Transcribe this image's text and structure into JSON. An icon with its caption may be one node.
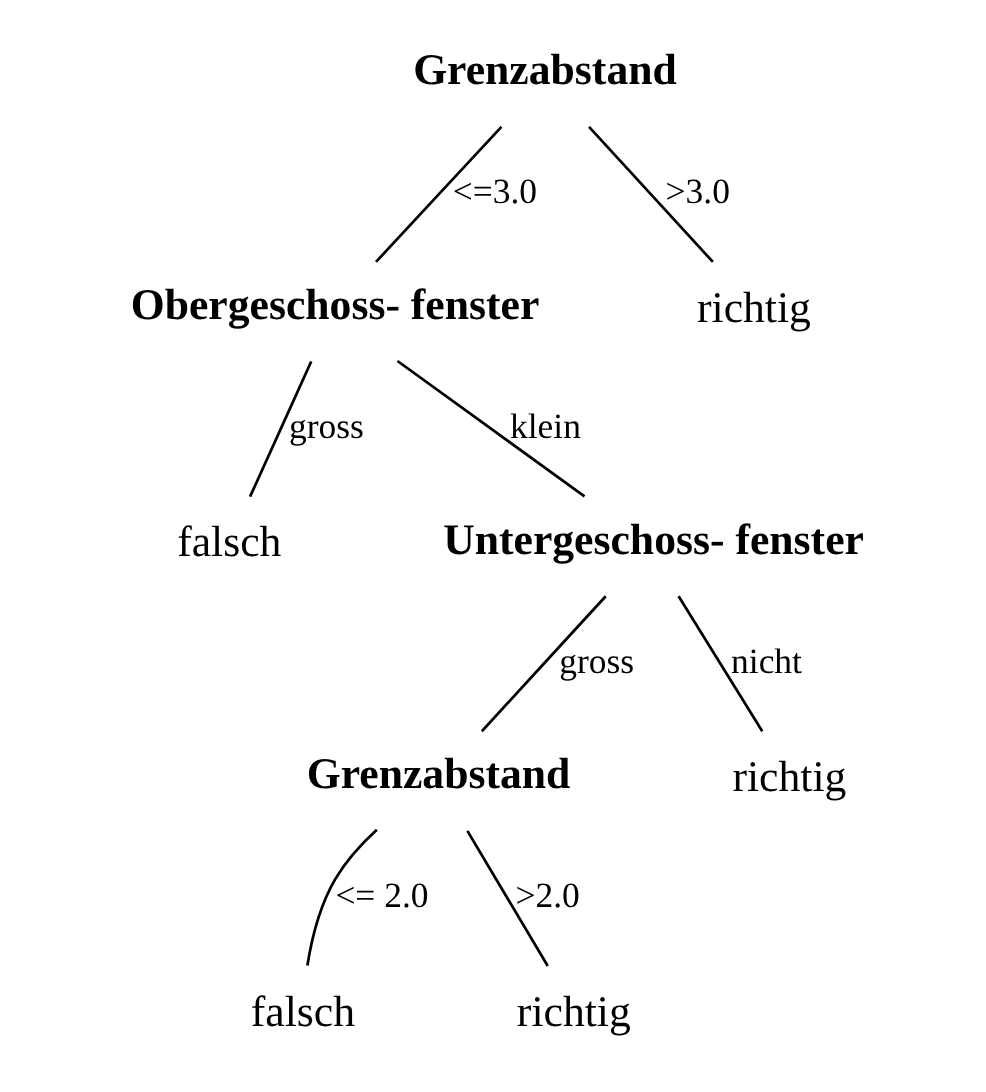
{
  "diagram": {
    "nodes": [
      {
        "text": [
          "Grenzabstand"
        ]
      },
      {
        "text": [
          "Obergeschoss- fenster"
        ]
      },
      {
        "text": [
          "richtig"
        ]
      },
      {
        "text": [
          "falsch"
        ]
      },
      {
        "text": [
          "Untergeschoss- fenster"
        ]
      },
      {
        "text": [
          "Grenzabstand"
        ]
      },
      {
        "text": [
          "richtig"
        ]
      },
      {
        "text": [
          "falsch"
        ]
      },
      {
        "text": [
          "richtig"
        ]
      }
    ],
    "edges": [
      {
        "from": 0,
        "to": 1,
        "arrow": "none",
        "label": "<=3.0"
      },
      {
        "from": 0,
        "to": 2,
        "arrow": "none",
        "label": ">3.0"
      },
      {
        "from": 1,
        "to": 3,
        "arrow": "none",
        "label": "gross"
      },
      {
        "from": 1,
        "to": 4,
        "arrow": "none",
        "label": "klein"
      },
      {
        "from": 4,
        "to": 5,
        "arrow": "none",
        "label": "gross"
      },
      {
        "from": 4,
        "to": 6,
        "arrow": "none",
        "label": "nicht"
      },
      {
        "from": 5,
        "to": 7,
        "arrow": "none",
        "label": "<= 2.0"
      },
      {
        "from": 5,
        "to": 8,
        "arrow": "none",
        "label": ">2.0"
      }
    ]
  }
}
